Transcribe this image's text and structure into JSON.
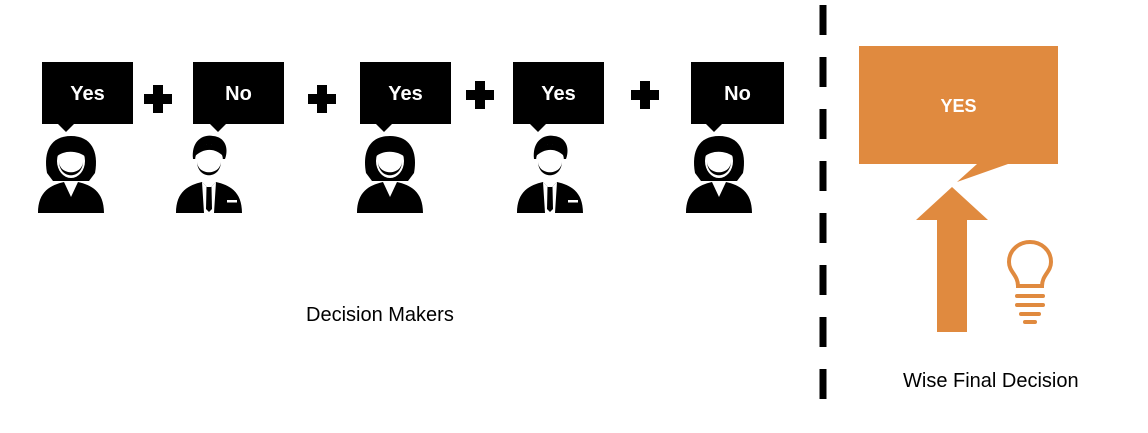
{
  "decision_makers": {
    "caption": "Decision Makers",
    "votes": [
      {
        "label": "Yes",
        "person": "female-person-icon"
      },
      {
        "label": "No",
        "person": "male-person-icon"
      },
      {
        "label": "Yes",
        "person": "female-person-icon"
      },
      {
        "label": "Yes",
        "person": "male-person-icon"
      },
      {
        "label": "No",
        "person": "female-person-icon"
      }
    ],
    "operator_icon": "plus-icon"
  },
  "final_decision": {
    "label": "YES",
    "caption": "Wise Final Decision",
    "icons": [
      "up-arrow-icon",
      "lightbulb-icon"
    ]
  },
  "colors": {
    "bubble": "#000000",
    "bubble_text": "#ffffff",
    "accent": "#e08a3f",
    "divider": "#000000"
  }
}
